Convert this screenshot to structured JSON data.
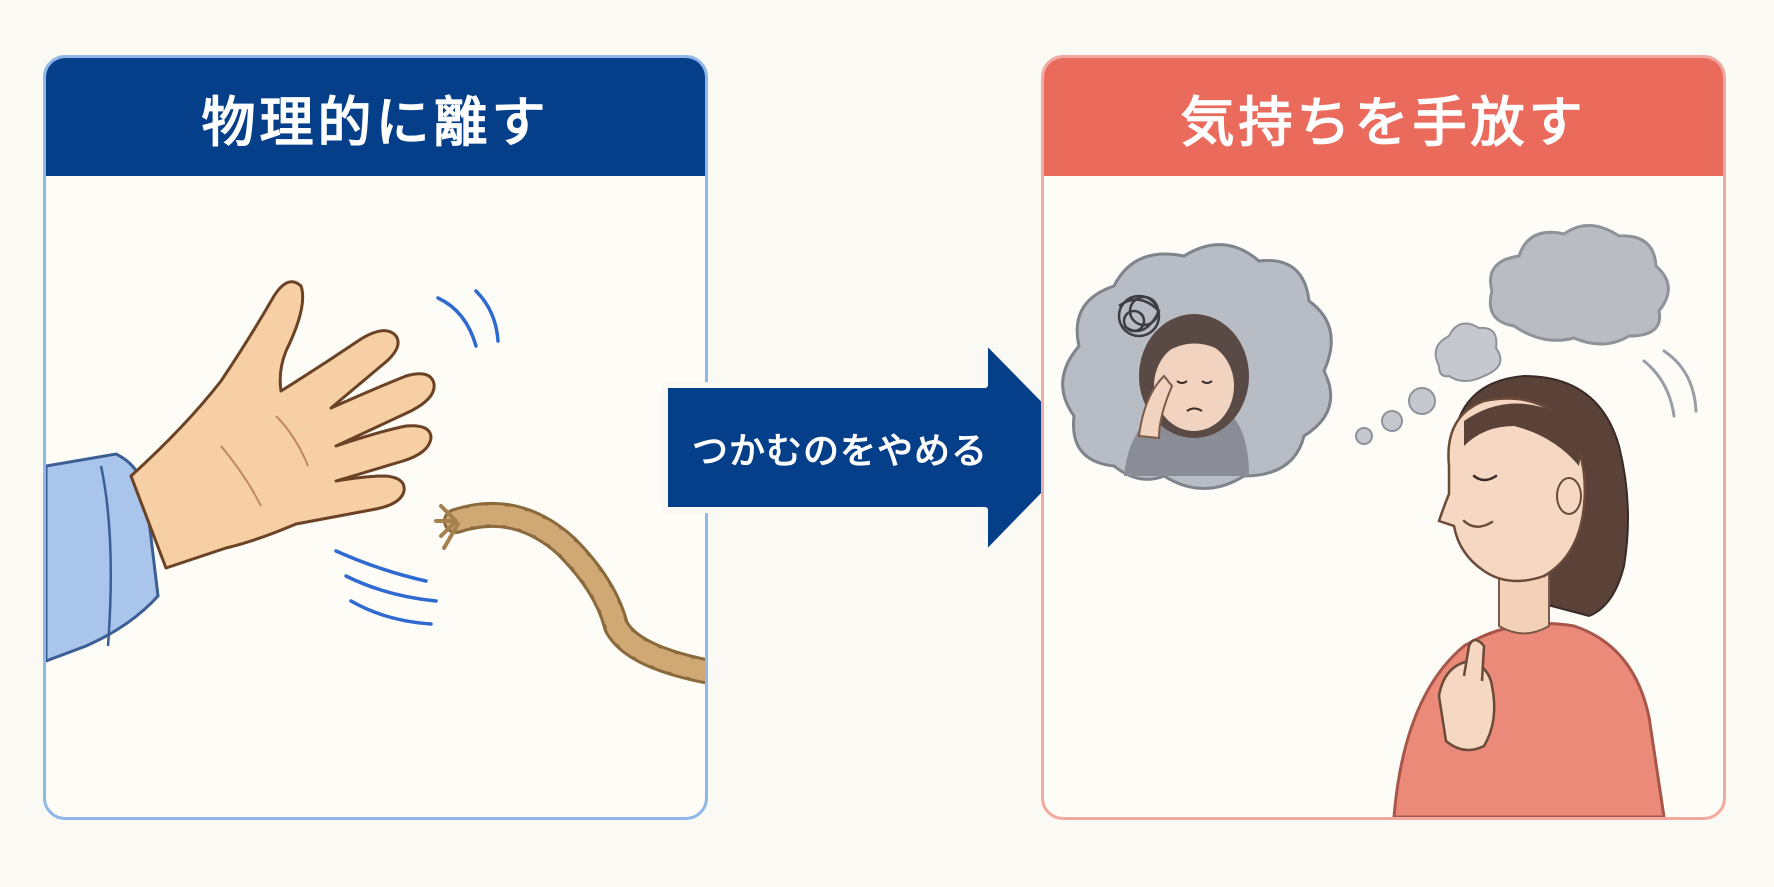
{
  "left_panel": {
    "title": "物理的に離す"
  },
  "arrow": {
    "label": "つかむのをやめる"
  },
  "right_panel": {
    "title": "気持ちを手放す"
  },
  "colors": {
    "left_accent": "#053f8a",
    "left_border": "#8fb7ea",
    "right_accent": "#ea6a5c",
    "right_border": "#f0aaa0",
    "arrow": "#053f8a",
    "background": "#fbf9f3"
  },
  "icons": {
    "left": [
      "open-hand-icon",
      "sleeve-icon",
      "motion-lines-icon",
      "rope-icon"
    ],
    "right": [
      "worried-thought-cloud-icon",
      "tangled-scribble-icon",
      "calm-woman-icon",
      "small-cloud-icon"
    ]
  }
}
